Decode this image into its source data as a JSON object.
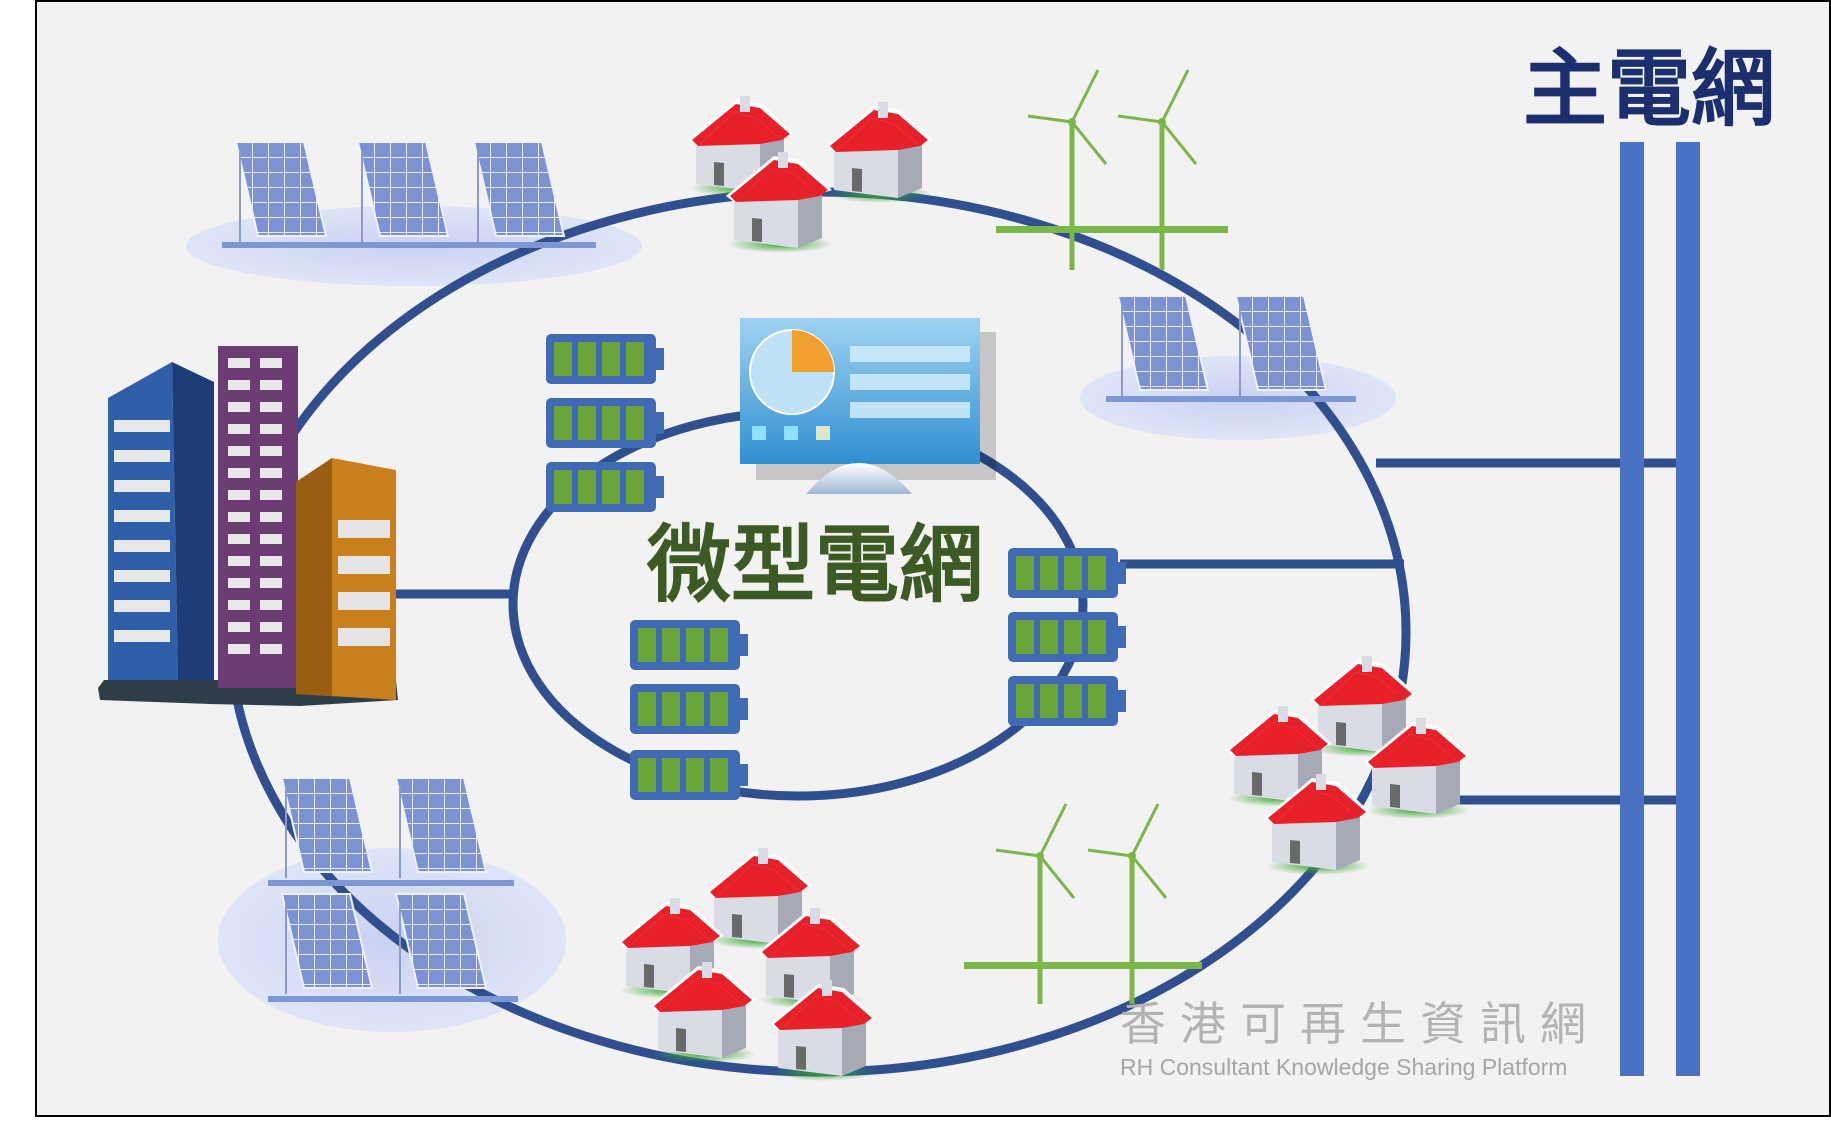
{
  "labels": {
    "main_grid": "主電網",
    "microgrid": "微型電網"
  },
  "watermark": {
    "chinese": "香港可再生資訊網",
    "english": "RH Consultant Knowledge Sharing Platform"
  },
  "colors": {
    "background": "#f2f2f2",
    "grid_line": "#2f4f8f",
    "main_bus": "#4a72c4",
    "battery_fill": "#6aa53a",
    "battery_frame": "#3e6bb4",
    "roof": "#e8202a",
    "house_wall": "#d9dde5",
    "wind_turbine": "#7ab648",
    "solar_panel": "#7d96d4",
    "title_main": "#1b2f6e",
    "title_micro": "#3c5a23"
  },
  "icons": [
    "solar-panel-icon",
    "house-icon",
    "wind-turbine-icon",
    "building-icon",
    "battery-icon",
    "control-monitor-icon"
  ]
}
